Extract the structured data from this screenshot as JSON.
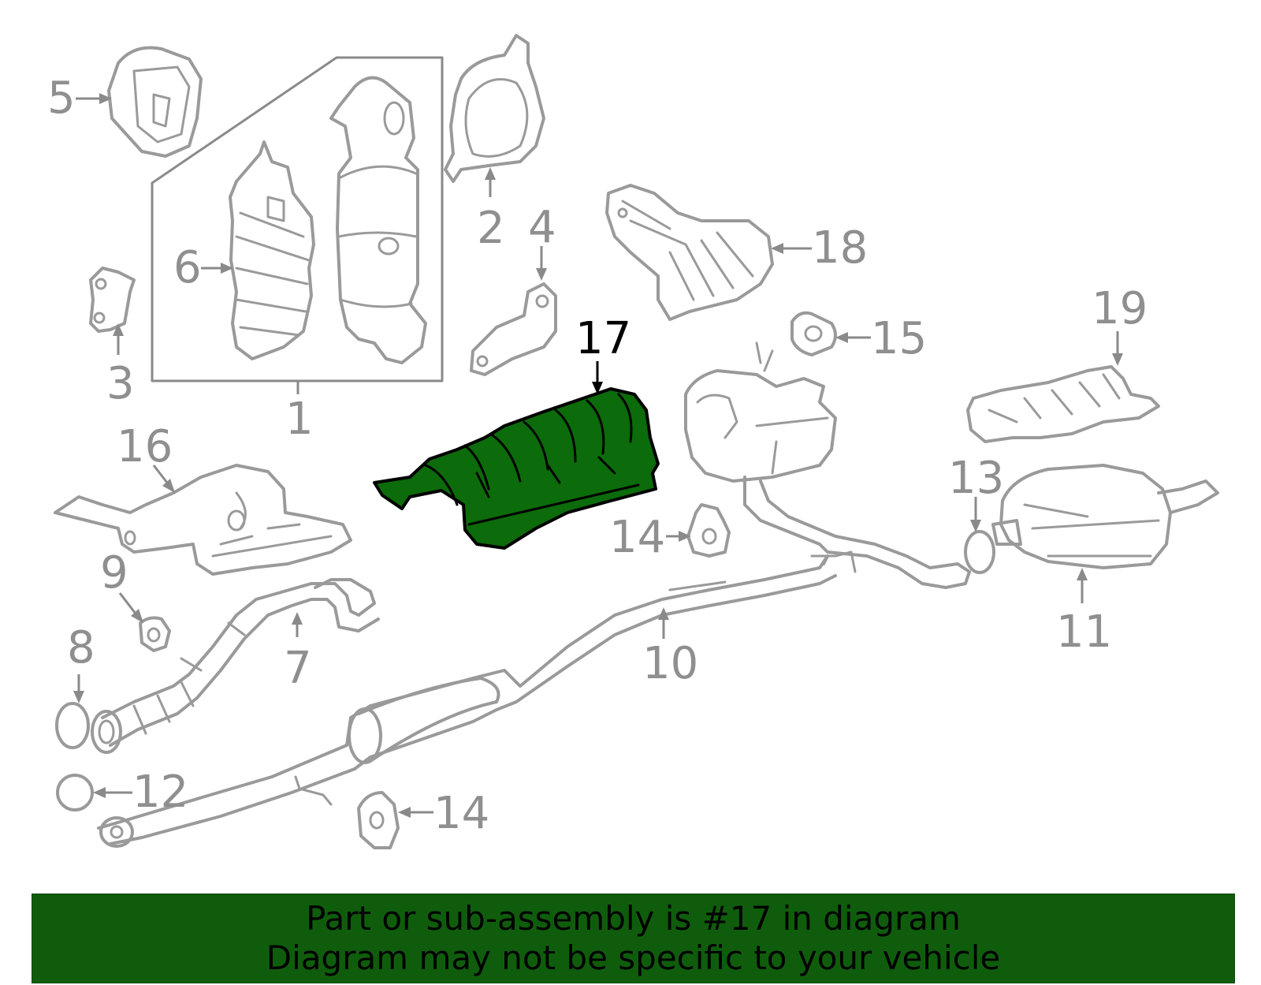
{
  "diagram": {
    "highlight_color": "#0c6b0a",
    "highlighted_part": "17",
    "callouts": [
      "1",
      "2",
      "3",
      "4",
      "5",
      "6",
      "7",
      "8",
      "9",
      "10",
      "11",
      "12",
      "13",
      "14",
      "14",
      "15",
      "16",
      "17",
      "18",
      "19"
    ]
  },
  "banner": {
    "line1": "Part or sub-assembly is #17 in diagram",
    "line2": "Diagram may not be specific to your vehicle",
    "background": "#0f5d0c"
  }
}
